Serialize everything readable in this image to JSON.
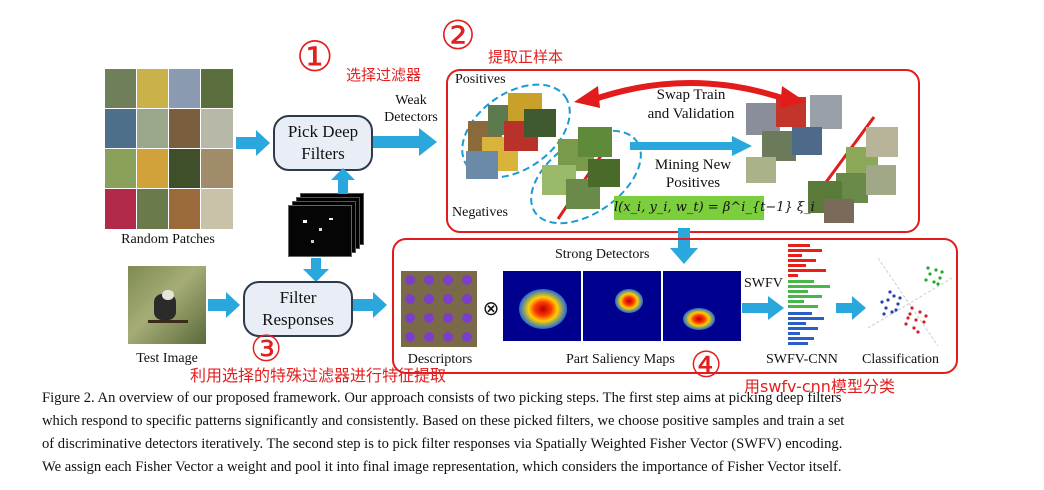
{
  "figure": {
    "random_patches_label": "Random Patches",
    "pick_deep_filters_line1": "Pick Deep",
    "pick_deep_filters_line2": "Filters",
    "weak_detectors_line1": "Weak",
    "weak_detectors_line2": "Detectors",
    "positives_label": "Positives",
    "negatives_label": "Negatives",
    "swap_line1": "Swap Train",
    "swap_line2": "and Validation",
    "mining_line1": "Mining New",
    "mining_line2": "Positives",
    "formula": "l(x_i, y_i, w_t) = β^i_{t−1} ξ_i",
    "strong_detectors_label": "Strong Detectors",
    "test_image_label": "Test Image",
    "filter_responses_line1": "Filter",
    "filter_responses_line2": "Responses",
    "descriptors_label": "Descriptors",
    "otimes_symbol": "⊗",
    "part_saliency_label": "Part Saliency Maps",
    "swfv_label": "SWFV",
    "swfv_cnn_label": "SWFV-CNN",
    "classification_label": "Classification"
  },
  "annotations": {
    "n1": "①",
    "n1_text": "选择过滤器",
    "n2": "②",
    "n2_text": "提取正样本",
    "n3": "③",
    "n3_text": "利用选择的特殊过滤器进行特征提取",
    "n4": "④",
    "n4_text": "用swfv-cnn模型分类"
  },
  "caption": {
    "line1": "Figure 2. An overview of our proposed framework. Our approach consists of two picking steps. The first step aims at picking deep filters",
    "line2": "which respond to specific patterns significantly and consistently. Based on these picked filters, we choose positive samples and train a set",
    "line3": "of discriminative detectors iteratively. The second step is to pick filter responses via Spatially Weighted Fisher Vector (SWFV) encoding.",
    "line4": "We assign each Fisher Vector a weight and pool it into final image representation, which considers the importance of Fisher Vector itself."
  },
  "colors": {
    "arrow_blue": "#2aa7dc",
    "annotation_red": "#e32020",
    "pill_fill": "#e9eef6",
    "formula_green": "#7ccf3c"
  }
}
